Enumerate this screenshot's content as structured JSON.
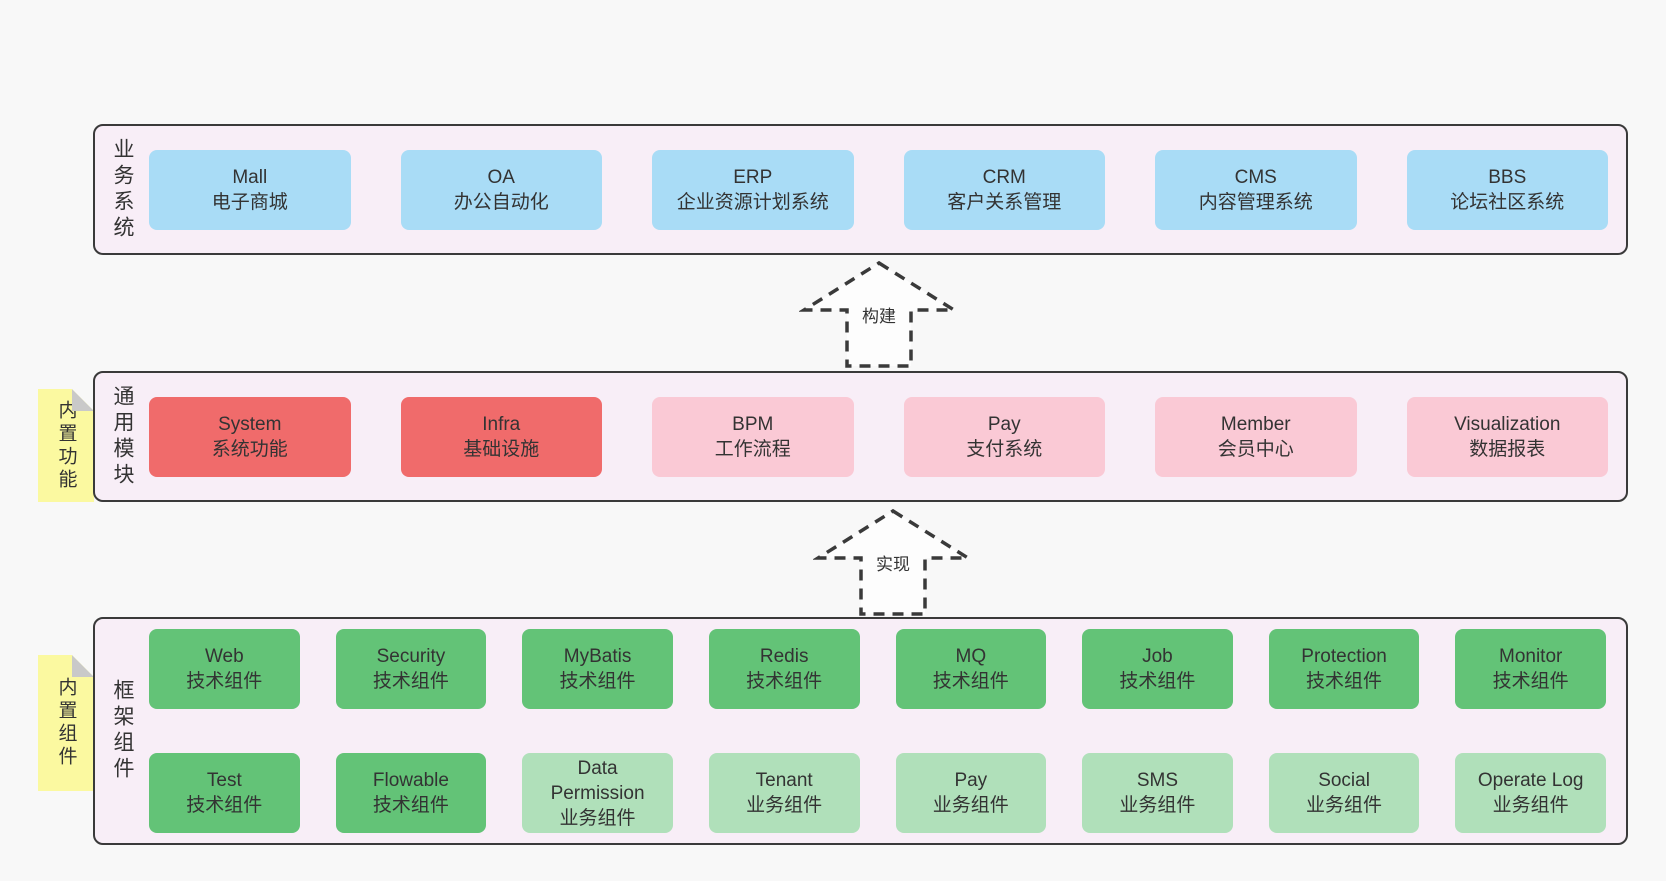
{
  "colors": {
    "page-bg": "#f8f8f8",
    "layer-bg": "#f8eef7",
    "layer-border": "#3a3a3a",
    "blue": "#a9dcf6",
    "red": "#f06b6b",
    "pink": "#fac9d5",
    "green": "#63c377",
    "light-green": "#b0e0ba",
    "yellow": "#fbf9a0",
    "fold-gray": "#c9c9c9",
    "text": "#333333"
  },
  "layers": {
    "business": {
      "label": "业务系统",
      "boxes": [
        {
          "title": "Mall",
          "subtitle": "电子商城"
        },
        {
          "title": "OA",
          "subtitle": "办公自动化"
        },
        {
          "title": "ERP",
          "subtitle": "企业资源计划系统"
        },
        {
          "title": "CRM",
          "subtitle": "客户关系管理"
        },
        {
          "title": "CMS",
          "subtitle": "内容管理系统"
        },
        {
          "title": "BBS",
          "subtitle": "论坛社区系统"
        }
      ]
    },
    "modules": {
      "label": "通用模块",
      "tag": "内置功能",
      "boxes": [
        {
          "title": "System",
          "subtitle": "系统功能"
        },
        {
          "title": "Infra",
          "subtitle": "基础设施"
        },
        {
          "title": "BPM",
          "subtitle": "工作流程"
        },
        {
          "title": "Pay",
          "subtitle": "支付系统"
        },
        {
          "title": "Member",
          "subtitle": "会员中心"
        },
        {
          "title": "Visualization",
          "subtitle": "数据报表"
        }
      ]
    },
    "components": {
      "label": "框架组件",
      "tag": "内置组件",
      "row1": [
        {
          "title": "Web",
          "subtitle": "技术组件"
        },
        {
          "title": "Security",
          "subtitle": "技术组件"
        },
        {
          "title": "MyBatis",
          "subtitle": "技术组件"
        },
        {
          "title": "Redis",
          "subtitle": "技术组件"
        },
        {
          "title": "MQ",
          "subtitle": "技术组件"
        },
        {
          "title": "Job",
          "subtitle": "技术组件"
        },
        {
          "title": "Protection",
          "subtitle": "技术组件"
        },
        {
          "title": "Monitor",
          "subtitle": "技术组件"
        }
      ],
      "row2": [
        {
          "title": "Test",
          "subtitle": "技术组件"
        },
        {
          "title": "Flowable",
          "subtitle": "技术组件"
        },
        {
          "title": "Data Permission",
          "subtitle": "业务组件"
        },
        {
          "title": "Tenant",
          "subtitle": "业务组件"
        },
        {
          "title": "Pay",
          "subtitle": "业务组件"
        },
        {
          "title": "SMS",
          "subtitle": "业务组件"
        },
        {
          "title": "Social",
          "subtitle": "业务组件"
        },
        {
          "title": "Operate Log",
          "subtitle": "业务组件"
        }
      ]
    }
  },
  "arrows": {
    "build": {
      "label": "构建"
    },
    "implement": {
      "label": "实现"
    }
  }
}
